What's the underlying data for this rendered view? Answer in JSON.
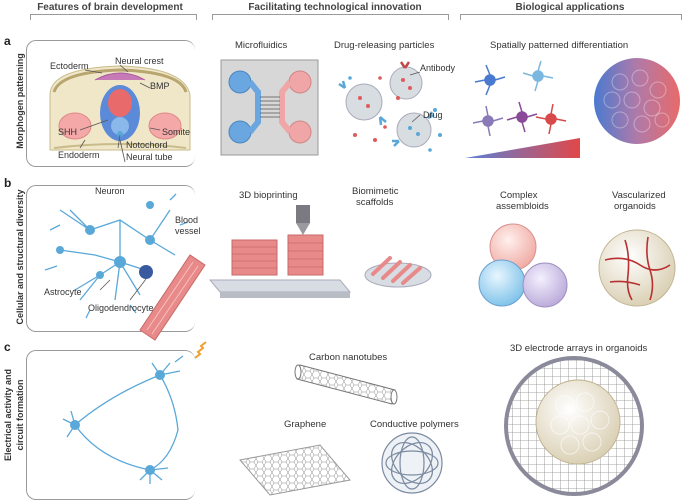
{
  "headers": {
    "col1": "Features of brain development",
    "col2": "Facilitating technological innovation",
    "col3": "Biological applications"
  },
  "rows": {
    "a": {
      "letter": "a",
      "side_label": "Morphogen patterning"
    },
    "b": {
      "letter": "b",
      "side_label": "Cellular and structural diversity"
    },
    "c": {
      "letter": "c",
      "side_label_line1": "Electrical activity and",
      "side_label_line2": "circuit formation"
    }
  },
  "panel_a": {
    "ectoderm": "Ectoderm",
    "neural_crest": "Neural crest",
    "bmp": "BMP",
    "shh": "SHH",
    "somite": "Somite",
    "endoderm": "Endoderm",
    "notochord": "Notochord",
    "neural_tube": "Neural tube",
    "microfluidics": "Microfluidics",
    "drug_particles": "Drug-releasing particles",
    "antibody": "Antibody",
    "drug": "Drug",
    "spatial": "Spatially patterned differentiation"
  },
  "panel_b": {
    "neuron": "Neuron",
    "blood": "Blood",
    "vessel": "vessel",
    "astrocyte": "Astrocyte",
    "oligodendrocyte": "Oligodendrocyte",
    "bioprinting": "3D bioprinting",
    "biomimetic_1": "Biomimetic",
    "biomimetic_2": "scaffolds",
    "complex_1": "Complex",
    "complex_2": "assembloids",
    "vascularized_1": "Vascularized",
    "vascularized_2": "organoids"
  },
  "panel_c": {
    "carbon_nanotubes": "Carbon nanotubes",
    "graphene": "Graphene",
    "conductive_polymers": "Conductive polymers",
    "electrode_arrays": "3D electrode arrays in organoids"
  },
  "colors": {
    "neuron_blue": "#5aa8d8",
    "accent_red": "#e05a5a",
    "pink": "#f0a0a0",
    "purple": "#8a7ab8",
    "orange": "#f0a030"
  }
}
